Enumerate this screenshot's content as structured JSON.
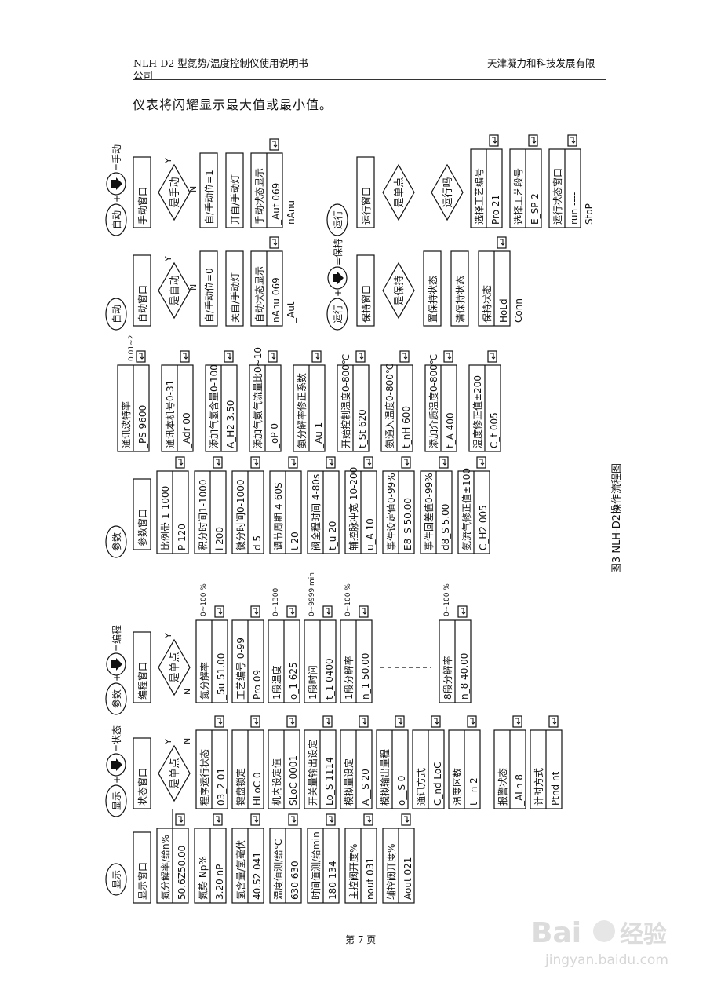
{
  "header": {
    "title": "NLH-D2 型氮势/温度控制仪使用说明书",
    "company": "天津凝力和科技发展有限",
    "company_cont": "公司"
  },
  "intro": "仪表将闪耀显示最大值或最小值。",
  "figure": {
    "caption": "图3  NLH-D2操作流程图",
    "keys": {
      "display": "显示",
      "status": "状态",
      "param": "参数",
      "auto": "自动",
      "manual": "手动",
      "run": "运行",
      "hold": "保持",
      "status_combo": "=状态",
      "program_combo": "=编程",
      "manual_combo": "=手动",
      "hold_combo": "=保持"
    },
    "windows": {
      "display": "显示窗口",
      "status": "状态窗口",
      "program": "编程窗口",
      "param": "参数窗口",
      "auto": "自动窗口",
      "manual": "手动窗口",
      "hold": "保持窗口",
      "run": "运行窗口"
    },
    "decisions": {
      "single_point": "是单点",
      "auto": "是自动",
      "manual": "是手动",
      "hold": "是保持",
      "run_single": "是单点",
      "running": "运行吗"
    },
    "yes": "Y",
    "no": "N",
    "display_col": [
      {
        "label": "氮分解率/给n%",
        "value": "50.6Z50.00"
      },
      {
        "label": "氮势    Np%",
        "value": "3.20   nP"
      },
      {
        "label": "氢含量/氢毫伏",
        "value": "40.52  041"
      },
      {
        "label": "温度值测/给℃",
        "value": "630  630"
      },
      {
        "label": "时间值测/给min",
        "value": "180  134"
      },
      {
        "label": "主控阀开度%",
        "value": "nout  031"
      },
      {
        "label": "辅控阀开度%",
        "value": "Aout  021"
      }
    ],
    "status_col": [
      {
        "label": "程序运行状态",
        "value": "03_2  01"
      },
      {
        "label": "键盘锁定",
        "value": "HLoC    0"
      },
      {
        "label": "机内设定值",
        "value": "SLoC 0001"
      },
      {
        "label": "开关量输出设定",
        "value": "Lo_S 1114"
      },
      {
        "label": "模拟量设定",
        "value": "A__S   20"
      },
      {
        "label": "模拟输出量程",
        "value": "o__S    0"
      },
      {
        "label": "通讯方式",
        "value": "C_nd  LoC"
      },
      {
        "label": "温度区数",
        "value": "t__n    2"
      }
    ],
    "status_extra": [
      {
        "label": "报警状态",
        "value": "_ALn   8"
      },
      {
        "label": "计时方式",
        "value": "Ptnd   nt"
      }
    ],
    "program_col": [
      {
        "label": "氮分解率",
        "value": "_5u  51.00",
        "range": "0~100 %"
      },
      {
        "label": "工艺编号 0-99",
        "value": "Pro    09"
      },
      {
        "label": "1段温度",
        "value": "o_1   625",
        "range": "0~1300"
      },
      {
        "label": "1段时间",
        "value": "t_1  0400",
        "range": "0~9999 min"
      },
      {
        "label": "1段分解率",
        "value": "n_1  50.00",
        "range": "0~100 %"
      },
      {
        "label": "8段分解率",
        "value": "n_8  40.00",
        "range": "0~100 %"
      }
    ],
    "param_col1": [
      {
        "label": "比例带 1-1000",
        "value": "P    120"
      },
      {
        "label": "积分时间1-1000",
        "value": "i    200"
      },
      {
        "label": "微分时间0-1000",
        "value": "d      5"
      },
      {
        "label": "调节周期 4-60S",
        "value": "t     20"
      },
      {
        "label": "阀全程时间 4-80s",
        "value": "t_u   20"
      },
      {
        "label": "辅控脉冲宽 10-200",
        "value": "u_A   10"
      },
      {
        "label": "事件设定值0-99%",
        "value": "E8_S 50.00"
      },
      {
        "label": "事件回差值0-99%",
        "value": "d8_S  5.00"
      },
      {
        "label": "氨流气修正值±100",
        "value": "C_H2   005"
      }
    ],
    "param_col2": [
      {
        "label": "通讯波特率",
        "value": "_PS 9600"
      },
      {
        "label": "通讯本机号0-31",
        "value": "_Adr   00"
      },
      {
        "label": "添加气氢含量0-100",
        "value": "A_H2 3.50"
      },
      {
        "label": "添加气氨气流量比0~10",
        "value": "_oP     0"
      },
      {
        "label": "氨分解率修正系数",
        "value": "_Au     1"
      },
      {
        "label": "开始控制温度0-800℃",
        "value": "t_St  620"
      },
      {
        "label": "氨通入温度0-800℃",
        "value": "t_nH  600"
      },
      {
        "label": "添加介质温度0-800℃",
        "value": "t_A   400"
      },
      {
        "label": "温度修正值±200",
        "value": "C_t   005"
      }
    ],
    "param_range_note": "0.01~2",
    "auto_col": [
      {
        "label": "自/手动位=0"
      },
      {
        "label": "关自/手动灯"
      },
      {
        "label": "自动状态显示",
        "value": "nAnu  069",
        "value2": "_Aut"
      }
    ],
    "manual_col": [
      {
        "label": "自/手动位=1"
      },
      {
        "label": "开自/手动灯"
      },
      {
        "label": "手动状态显示",
        "value": "_Aut  069",
        "value2": "nAnu"
      }
    ],
    "hold_col": [
      {
        "label": "置保持状态"
      },
      {
        "label": "清保持状态"
      },
      {
        "label": "保持状态",
        "value": "HoLd ----",
        "value2": "Conn"
      }
    ],
    "run_col": [
      {
        "label": "选择工艺编号",
        "value": "Pro    21"
      },
      {
        "label": "选择工艺段号",
        "value": "E_SP     2"
      },
      {
        "label": "运行状态窗口",
        "value": "run  ----",
        "value2": "StoP"
      }
    ]
  },
  "page_number": "第  7  页",
  "watermark": {
    "brand": "Bai",
    "brand2": "经验",
    "url": "jingyan.baidu.com"
  }
}
